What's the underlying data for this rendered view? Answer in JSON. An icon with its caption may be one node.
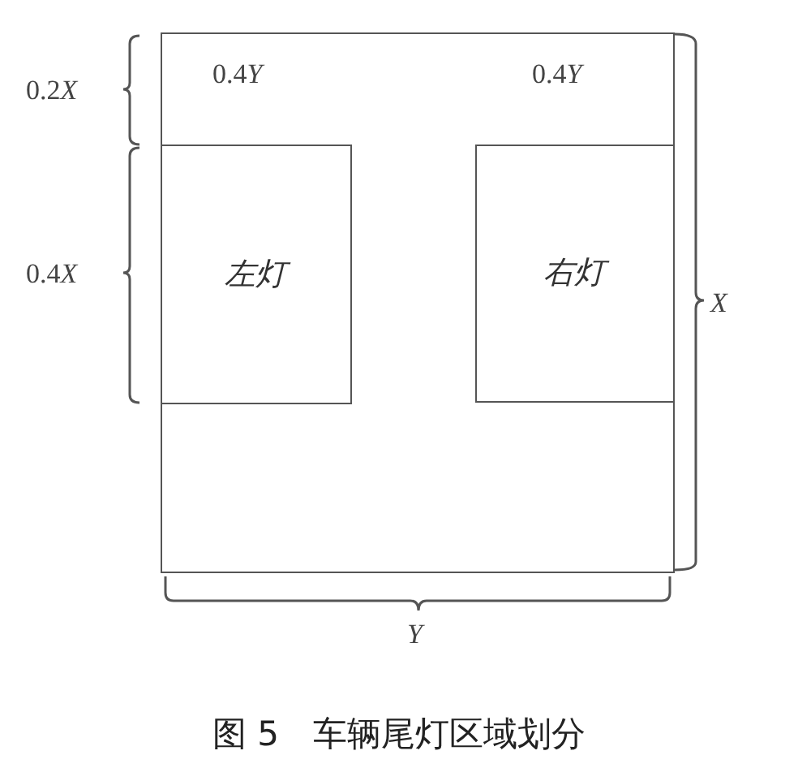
{
  "diagram": {
    "caption": "图 5　车辆尾灯区域划分",
    "nodes": [
      {
        "text": [],
        "shape": "box"
      },
      {
        "text": [
          "左灯"
        ],
        "in": 0
      },
      {
        "text": [
          "右灯"
        ],
        "in": 0
      }
    ],
    "edges": [],
    "labels": [
      "0.2X",
      "0.4Y",
      "0.4Y",
      "0.4X",
      "X",
      "Y"
    ]
  }
}
